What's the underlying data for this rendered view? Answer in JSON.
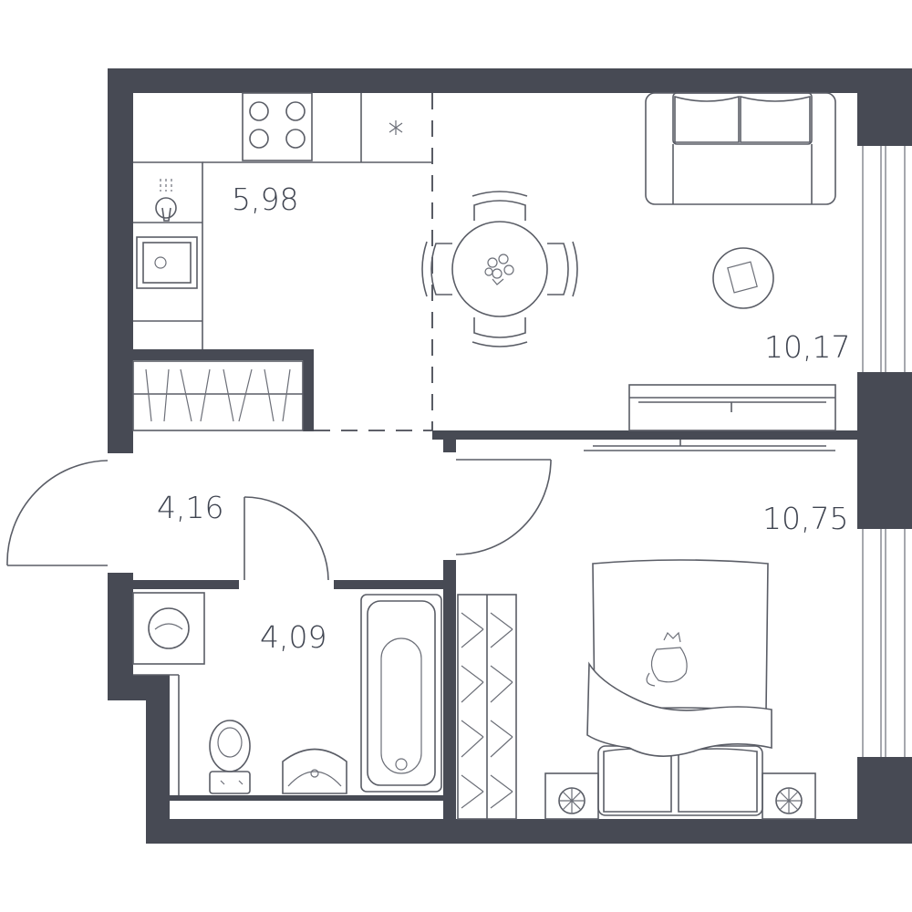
{
  "rooms": {
    "kitchen": {
      "area": "5,98"
    },
    "living": {
      "area": "10,17"
    },
    "hall": {
      "area": "4,16"
    },
    "bathroom": {
      "area": "4,09"
    },
    "bedroom": {
      "area": "10,75"
    }
  },
  "colors": {
    "wall": "#474a54",
    "line": "#5a5d66",
    "background": "#ffffff"
  },
  "icons": [
    "stove-icon",
    "fridge-icon",
    "faucet-icon",
    "sink-icon",
    "round-table-icon",
    "chair-icon",
    "sofa-icon",
    "coffee-table-icon",
    "tv-icon",
    "wardrobe-icon",
    "door-icon",
    "washing-machine-icon",
    "toilet-icon",
    "washbasin-icon",
    "bathtub-icon",
    "bed-icon",
    "cat-icon",
    "bedside-table-icon",
    "window-icon"
  ]
}
